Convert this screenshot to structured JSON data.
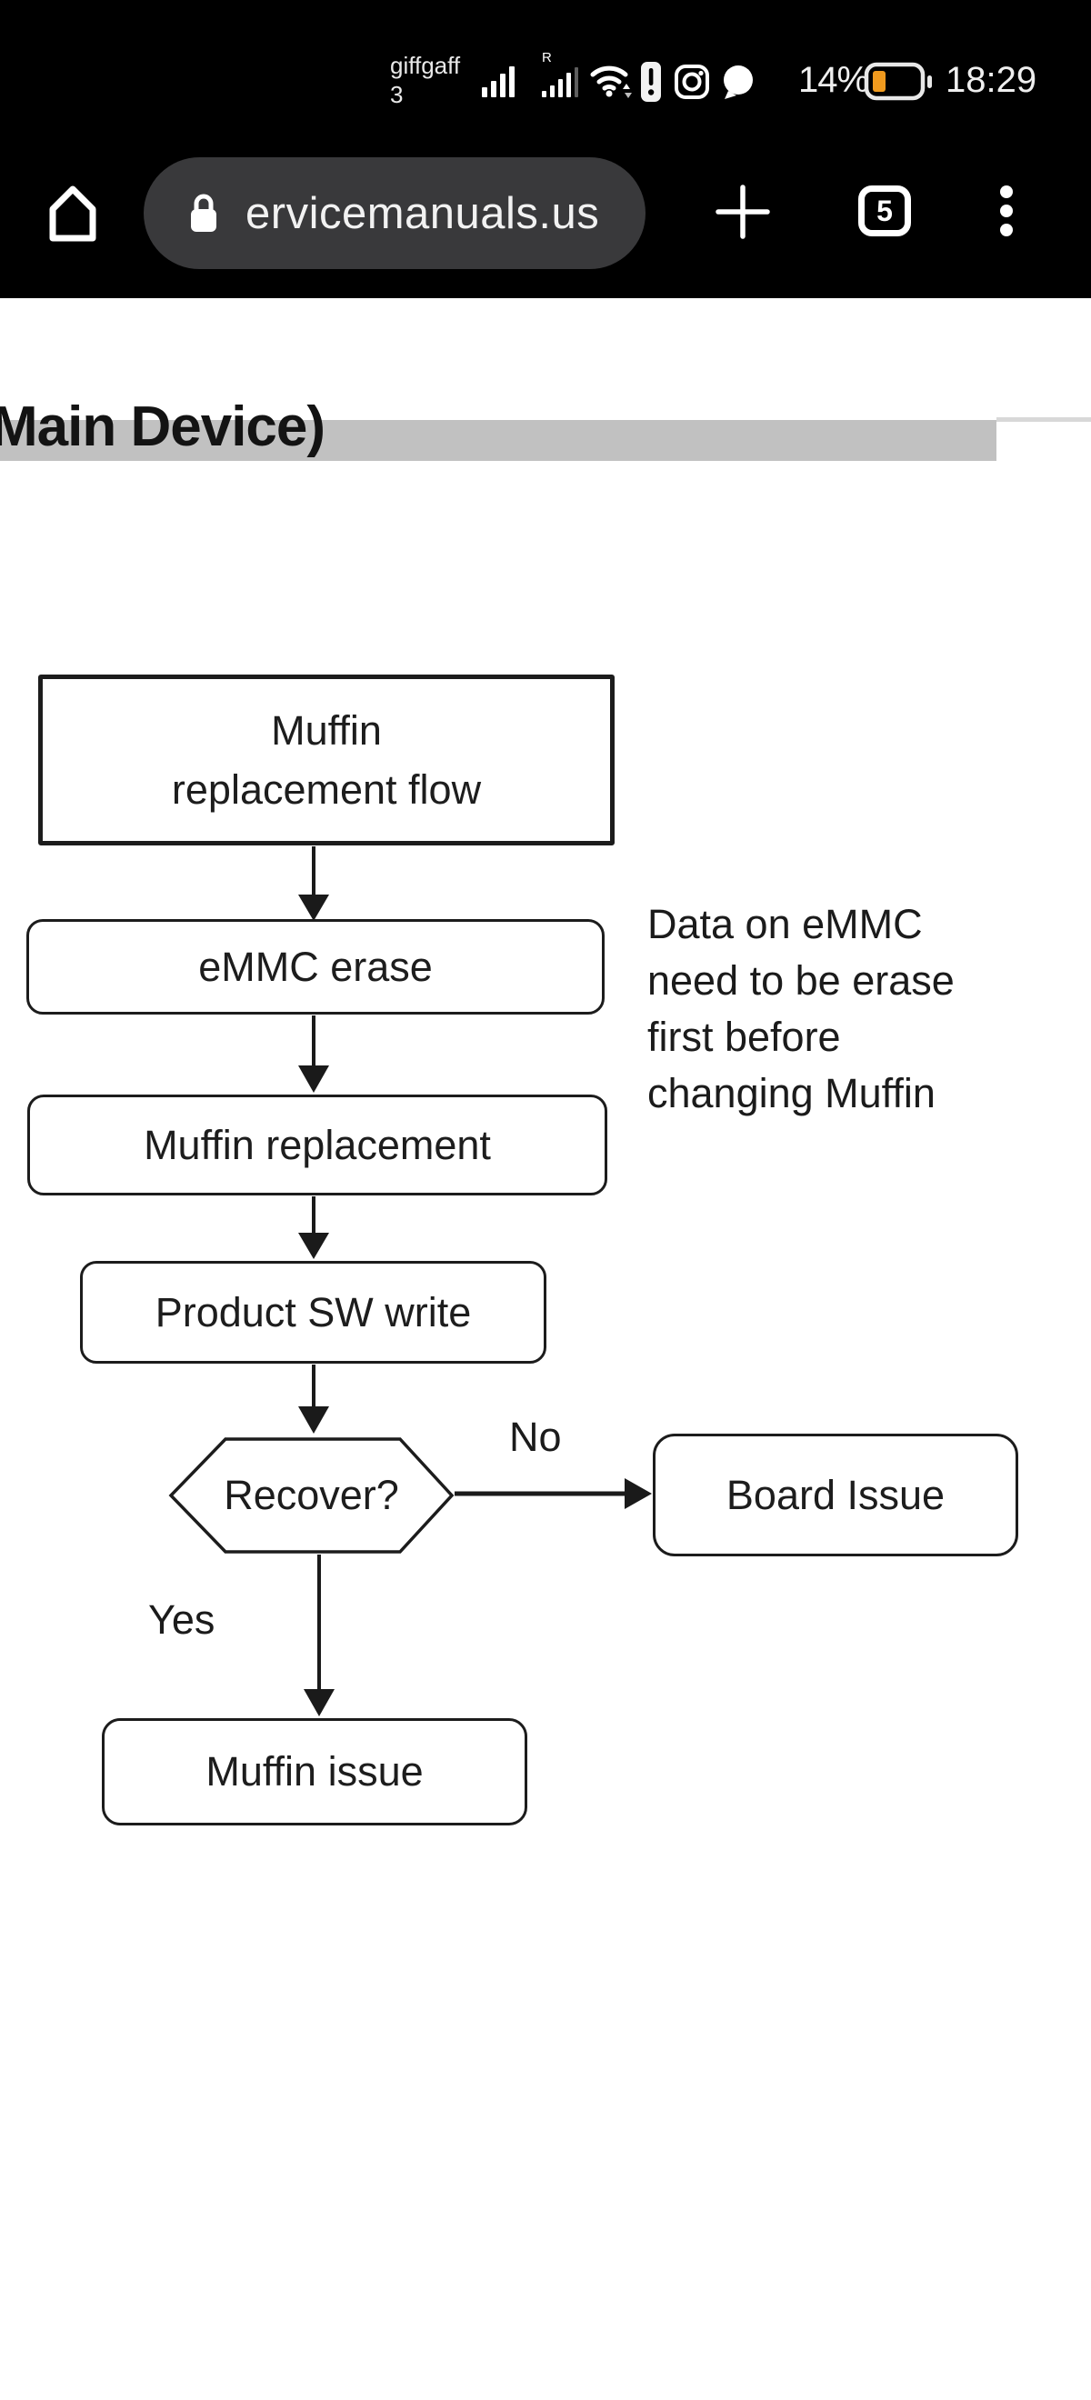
{
  "status_bar": {
    "carrier": "giffgaff\n3",
    "battery_percent": "14%",
    "time": "18:29",
    "battery_low_color": "#f09a1e"
  },
  "browser": {
    "url": "ervicemanuals.us",
    "tab_count": "5"
  },
  "page": {
    "heading": "Main Device)",
    "highlight_color": "#c1c1c1"
  },
  "flowchart": {
    "nodes": {
      "start": "Muffin\nreplacement flow",
      "emmc_erase": "eMMC erase",
      "muffin_replacement": "Muffin replacement",
      "product_sw_write": "Product SW write",
      "decision": "Recover?",
      "board_issue": "Board Issue",
      "muffin_issue": "Muffin issue"
    },
    "note": "Data on eMMC\nneed to be erase\nfirst before\nchanging Muffin",
    "edge_labels": {
      "no": "No",
      "yes": "Yes"
    }
  }
}
